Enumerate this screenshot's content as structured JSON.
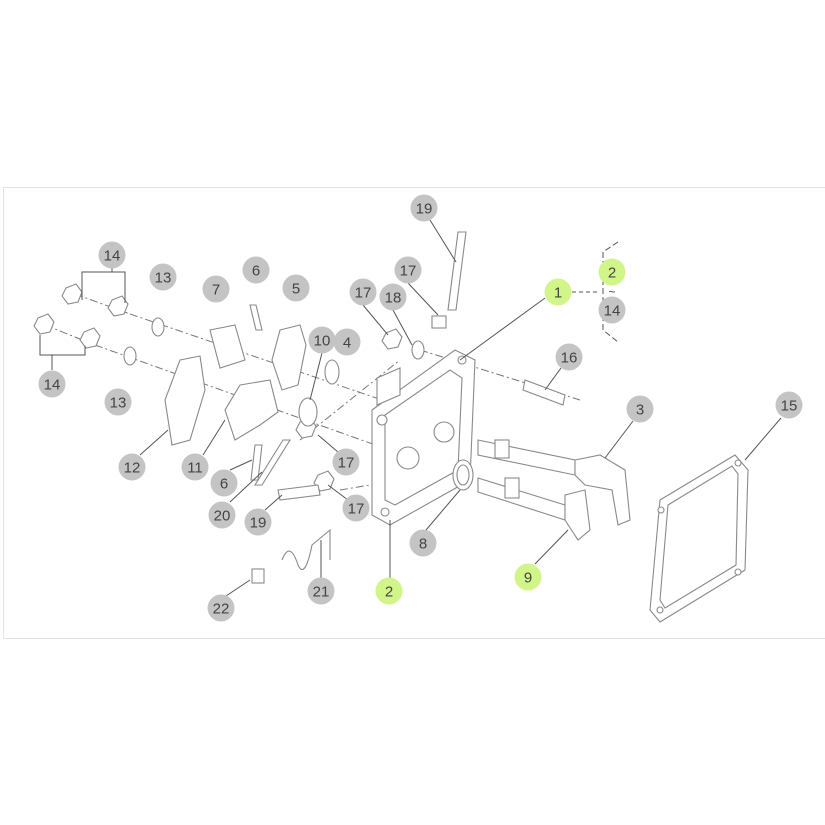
{
  "diagram": {
    "colors": {
      "callout_default": "#c4c4c4",
      "callout_highlight": "#d2f58a",
      "line": "#555555"
    },
    "callouts": [
      {
        "label": "19",
        "highlighted": false
      },
      {
        "label": "14",
        "highlighted": false
      },
      {
        "label": "13",
        "highlighted": false
      },
      {
        "label": "6",
        "highlighted": false
      },
      {
        "label": "5",
        "highlighted": false
      },
      {
        "label": "7",
        "highlighted": false
      },
      {
        "label": "17",
        "highlighted": false
      },
      {
        "label": "17",
        "highlighted": false
      },
      {
        "label": "18",
        "highlighted": false
      },
      {
        "label": "1",
        "highlighted": true
      },
      {
        "label": "2",
        "highlighted": true
      },
      {
        "label": "14",
        "highlighted": false
      },
      {
        "label": "10",
        "highlighted": false
      },
      {
        "label": "4",
        "highlighted": false
      },
      {
        "label": "16",
        "highlighted": false
      },
      {
        "label": "14",
        "highlighted": false
      },
      {
        "label": "13",
        "highlighted": false
      },
      {
        "label": "3",
        "highlighted": false
      },
      {
        "label": "15",
        "highlighted": false
      },
      {
        "label": "12",
        "highlighted": false
      },
      {
        "label": "11",
        "highlighted": false
      },
      {
        "label": "6",
        "highlighted": false
      },
      {
        "label": "17",
        "highlighted": false
      },
      {
        "label": "20",
        "highlighted": false
      },
      {
        "label": "19",
        "highlighted": false
      },
      {
        "label": "17",
        "highlighted": false
      },
      {
        "label": "8",
        "highlighted": false
      },
      {
        "label": "9",
        "highlighted": true
      },
      {
        "label": "2",
        "highlighted": true
      },
      {
        "label": "21",
        "highlighted": false
      },
      {
        "label": "22",
        "highlighted": false
      }
    ],
    "range_separator": "~"
  }
}
